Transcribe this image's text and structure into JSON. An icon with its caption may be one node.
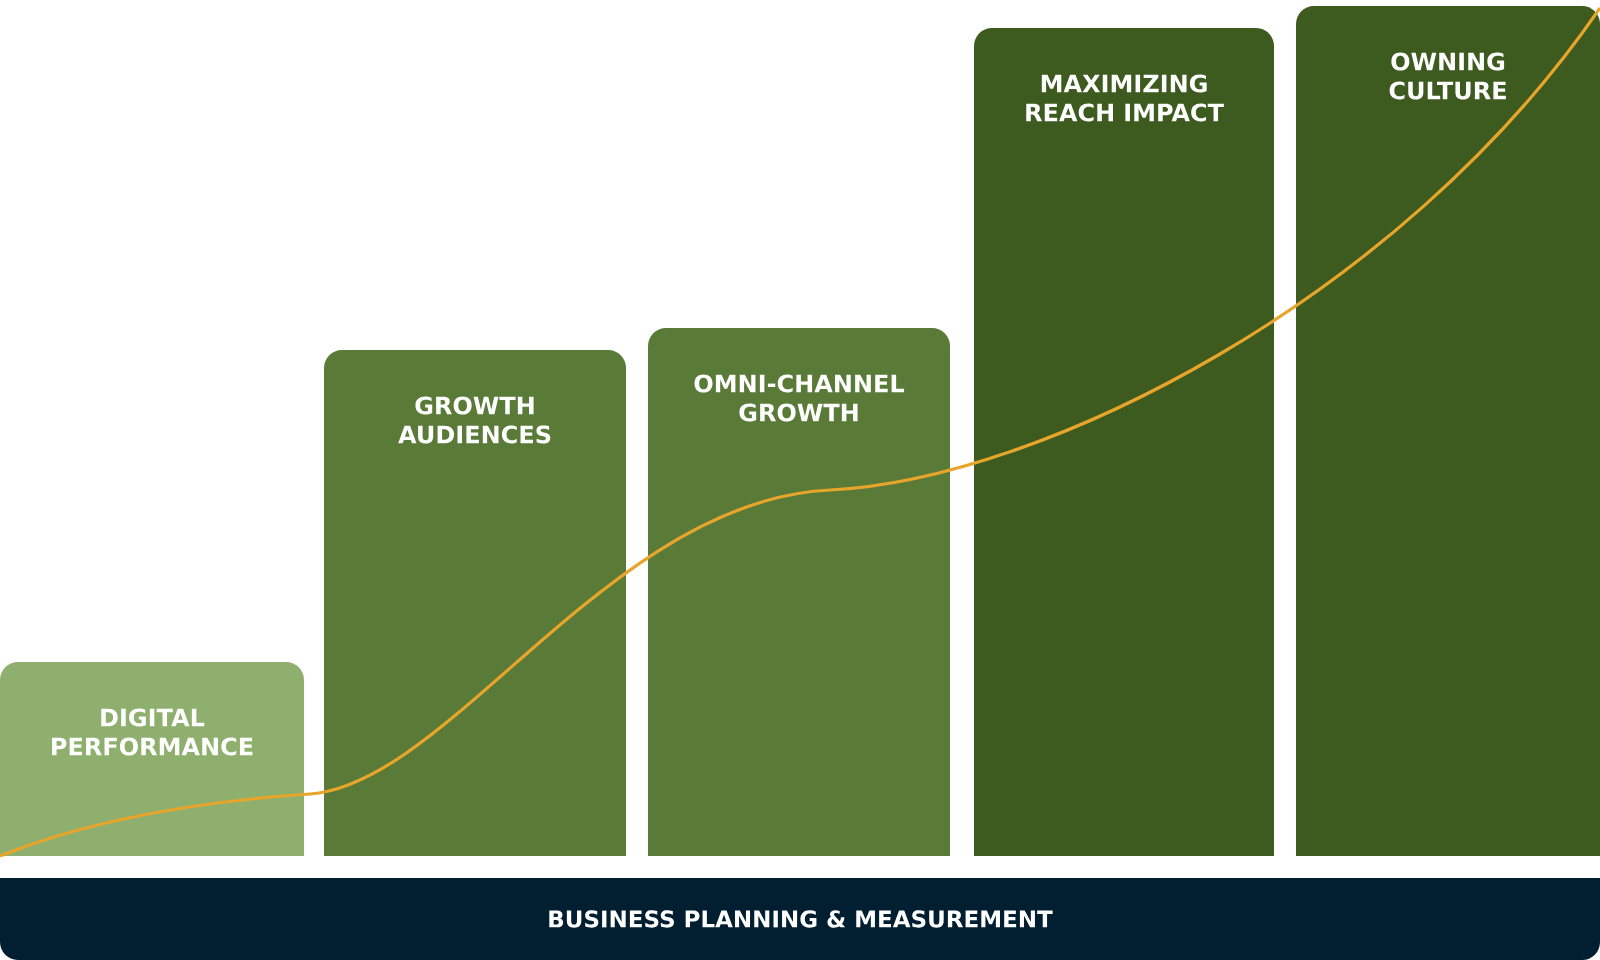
{
  "diagram": {
    "nodes": [
      {
        "text": [
          "DIGITAL PERFORMANCE"
        ]
      },
      {
        "text": [
          "GROWTH AUDIENCES"
        ]
      },
      {
        "text": [
          "OMNI-CHANNEL GROWTH"
        ]
      },
      {
        "text": [
          "MAXIMIZING REACH IMPACT"
        ]
      },
      {
        "text": [
          "OWNING CULTURE"
        ]
      },
      {
        "text": [
          "BUSINESS PLANNING & MEASUREMENT"
        ]
      }
    ]
  }
}
